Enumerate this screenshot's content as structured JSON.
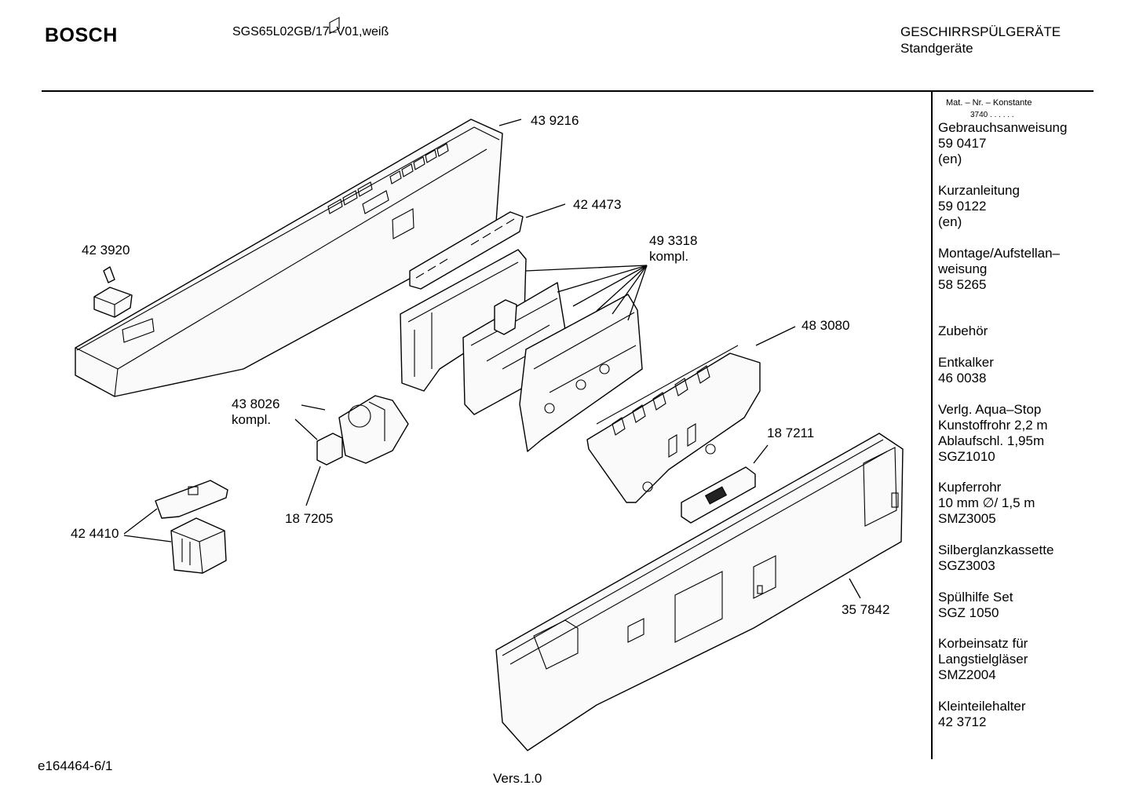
{
  "header": {
    "brand": "BOSCH",
    "model": "SGS65L02GB/17–V01,weiß",
    "category_line1": "GESCHIRRSPÜLGERÄTE",
    "category_line2": "Standgeräte"
  },
  "sidebar": {
    "mat_header": "Mat. – Nr. – Konstante",
    "constant": "3740 . . . . . .",
    "items": [
      {
        "lines": [
          "Gebrauchsanweisung",
          "59 0417",
          "(en)"
        ]
      },
      {
        "lines": [
          "Kurzanleitung",
          "59 0122",
          "(en)"
        ]
      },
      {
        "lines": [
          "Montage/Aufstellan–",
          "weisung",
          "58 5265"
        ]
      },
      {
        "lines": [
          "Zubehör"
        ]
      },
      {
        "lines": [
          "Entkalker",
          "46 0038"
        ]
      },
      {
        "lines": [
          "Verlg. Aqua–Stop",
          "Kunstoffrohr 2,2 m",
          "Ablaufschl. 1,95m",
          "SGZ1010"
        ]
      },
      {
        "lines": [
          "Kupferrohr",
          "10 mm ∅/ 1,5 m",
          "SMZ3005"
        ]
      },
      {
        "lines": [
          "Silberglanzkassette",
          "SGZ3003"
        ]
      },
      {
        "lines": [
          "Spülhilfe Set",
          "SGZ 1050"
        ]
      },
      {
        "lines": [
          "Korbeinsatz für",
          "Langstielgläser",
          "SMZ2004"
        ]
      },
      {
        "lines": [
          "Kleinteilehalter",
          "42 3712"
        ]
      }
    ]
  },
  "parts": {
    "p439216": "43 9216",
    "p424473": "42 4473",
    "p493318": "49 3318",
    "p493318_suffix": "kompl.",
    "p423920": "42 3920",
    "p483080": "48 3080",
    "p438026": "43 8026",
    "p438026_suffix": "kompl.",
    "p187211": "18 7211",
    "p424410": "42 4410",
    "p187205": "18 7205",
    "p357842": "35 7842"
  },
  "footer": {
    "doc_id": "e164464-6/1",
    "version": "Vers.1.0"
  }
}
